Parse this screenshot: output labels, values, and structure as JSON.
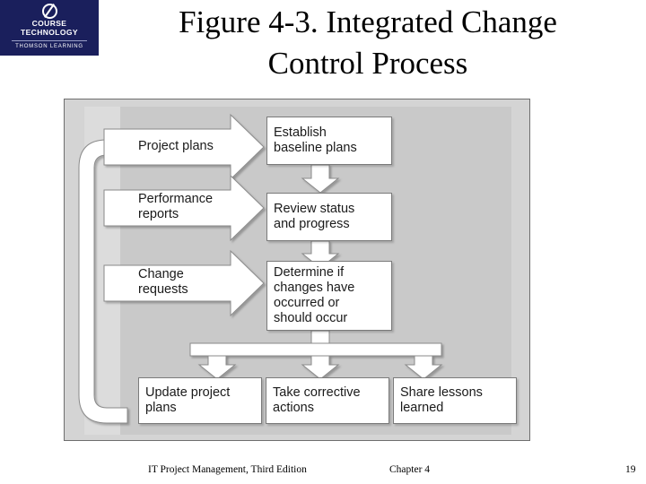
{
  "logo": {
    "line1": "COURSE",
    "line2": "TECHNOLOGY",
    "line3": "THOMSON LEARNING",
    "mark": "swoosh-icon",
    "color": "#1a1f5c"
  },
  "slide": {
    "title_line1": "Figure 4-3. Integrated Change",
    "title_line2": "Control Process"
  },
  "diagram": {
    "panel_bg": "#d4d4d4",
    "inner_bg": "#c9c9c9",
    "arrow_fill": "#ffffff",
    "node_fill": "#ffffff",
    "inputs": [
      {
        "id": "project-plans",
        "label": "Project plans"
      },
      {
        "id": "performance-reports",
        "label_line1": "Performance",
        "label_line2": "reports"
      },
      {
        "id": "change-requests",
        "label_line1": "Change",
        "label_line2": "requests"
      }
    ],
    "process_nodes": [
      {
        "id": "establish-baseline-plans",
        "lines": [
          "Establish",
          "baseline plans"
        ]
      },
      {
        "id": "review-status-and-progress",
        "lines": [
          "Review status",
          "and progress"
        ]
      },
      {
        "id": "determine-if-changes",
        "lines": [
          "Determine if",
          "changes have",
          "occurred or",
          "should occur"
        ]
      }
    ],
    "output_nodes": [
      {
        "id": "update-project-plans",
        "lines": [
          "Update project",
          "plans"
        ]
      },
      {
        "id": "take-corrective-actions",
        "lines": [
          "Take corrective",
          "actions"
        ]
      },
      {
        "id": "share-lessons-learned",
        "lines": [
          "Share lessons",
          "learned"
        ]
      }
    ]
  },
  "footer": {
    "book": "IT Project Management, Third Edition",
    "chapter": "Chapter 4",
    "page": "19"
  }
}
